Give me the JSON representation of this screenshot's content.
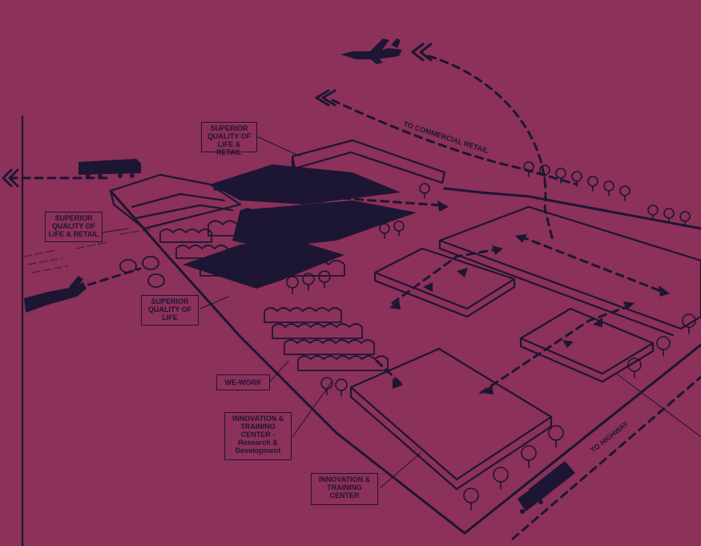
{
  "colors": {
    "background": "#8c3159",
    "ink": "#1d1534"
  },
  "labels": {
    "retail_top": [
      "SUPERIOR",
      "QUALITY OF",
      "LIFE & RETAIL"
    ],
    "retail_left": [
      "SUPERIOR",
      "QUALITY OF",
      "LIFE & RETAIL"
    ],
    "quality_life": [
      "SUPERIOR",
      "QUALITY OF",
      "LIFE"
    ],
    "we_work": [
      "WE-WORK"
    ],
    "innovation_rd": [
      "INNOVATION &",
      "TRAINING",
      "CENTER -",
      "Research &",
      "Development"
    ],
    "innovation_center": [
      "INNOVATION &",
      "TRAINING",
      "CENTER"
    ]
  },
  "roads": {
    "commercial": "TO COMMERCIAL RETAIL",
    "highway": "TO HIGHWAY"
  },
  "icons": [
    "airplane-icon",
    "train-icon",
    "truck-icon",
    "tree-icon"
  ]
}
